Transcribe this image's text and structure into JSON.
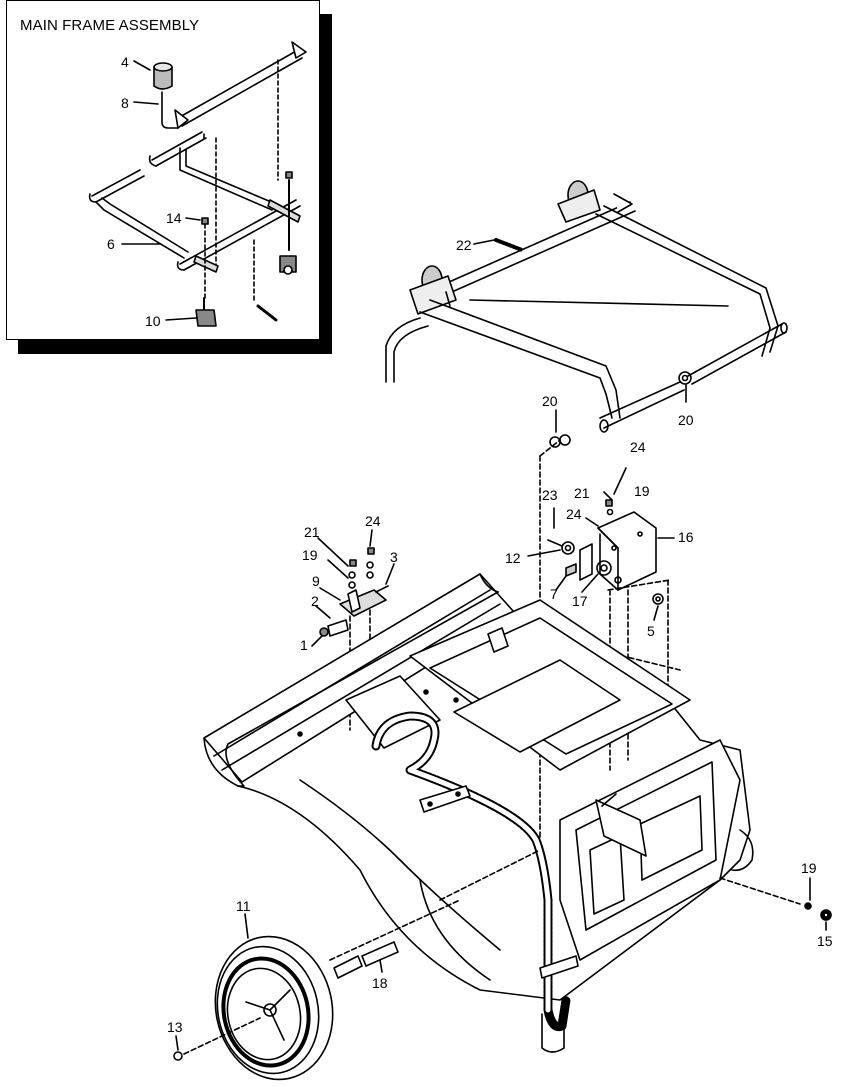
{
  "inset": {
    "title": "MAIN FRAME ASSEMBLY",
    "callouts": [
      "4",
      "8",
      "14",
      "6",
      "10"
    ]
  },
  "callouts": [
    "22",
    "20",
    "20",
    "24",
    "21",
    "19",
    "23",
    "24",
    "16",
    "12",
    "7",
    "17",
    "5",
    "21",
    "24",
    "19",
    "3",
    "9",
    "2",
    "1",
    "11",
    "18",
    "13",
    "19",
    "15"
  ]
}
